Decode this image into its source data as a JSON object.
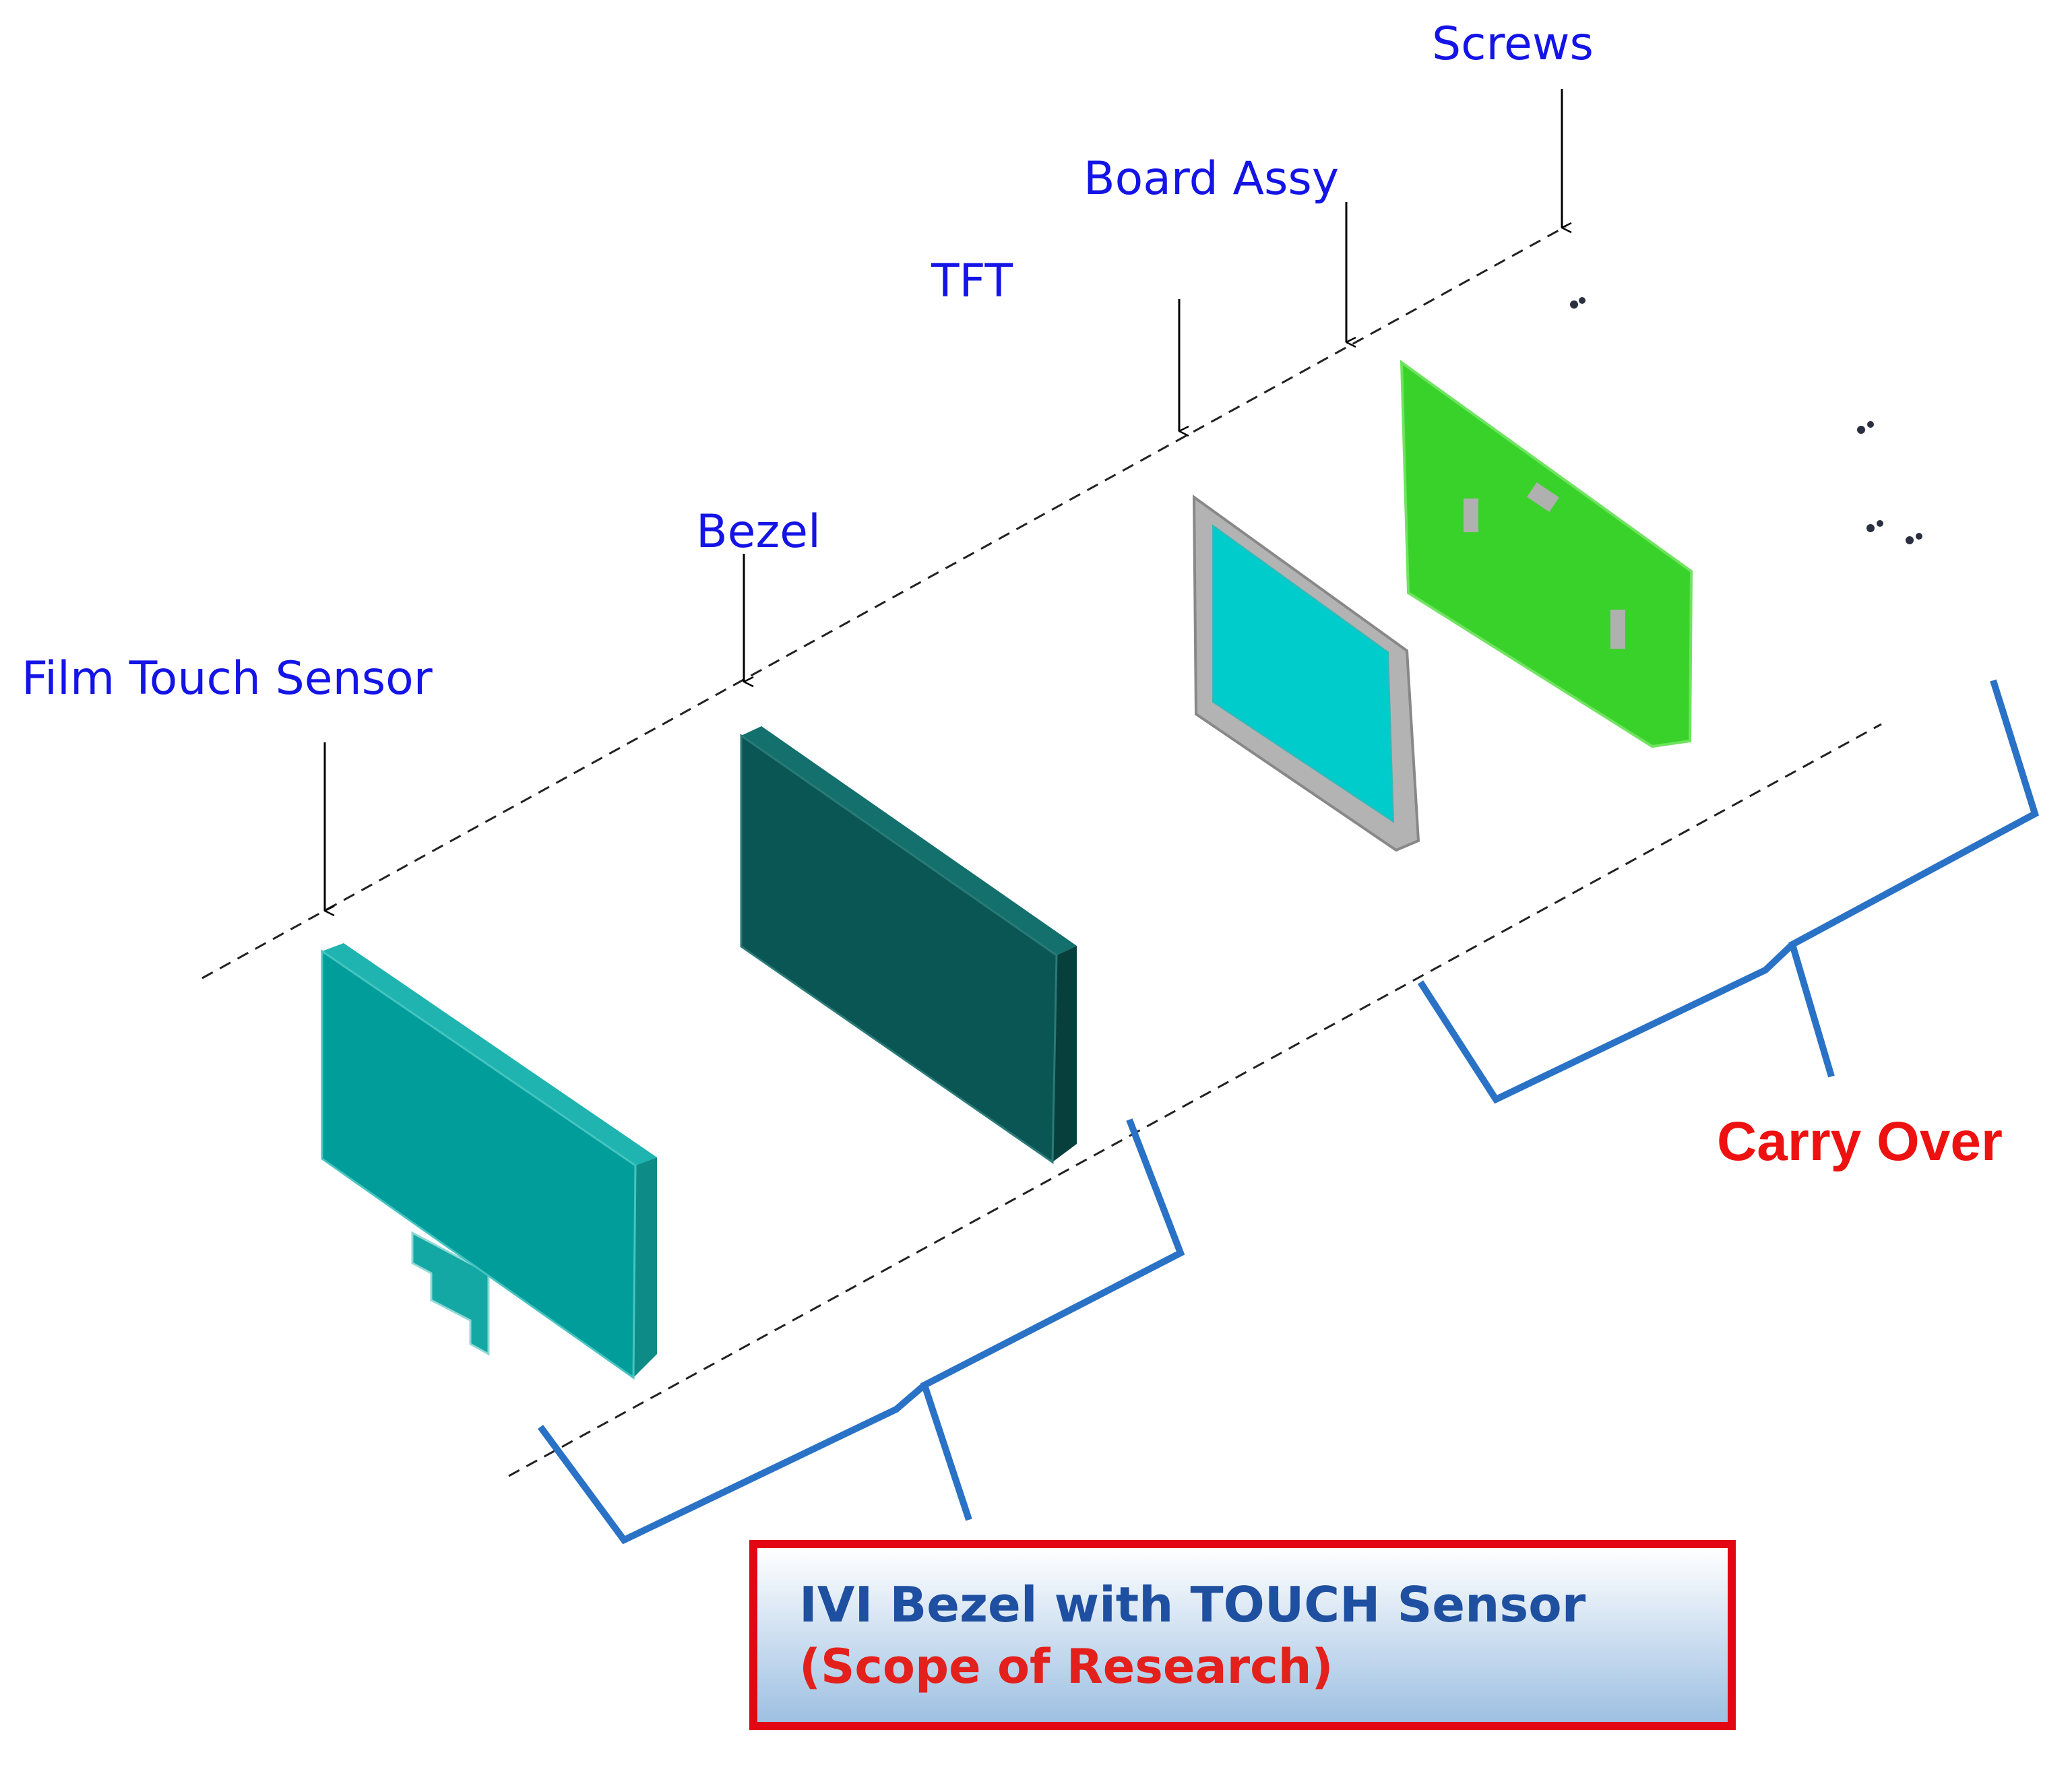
{
  "labels": {
    "film_touch_sensor": "Film Touch Sensor",
    "bezel": "Bezel",
    "tft": "TFT",
    "board_assy": "Board Assy",
    "screws": "Screws"
  },
  "carry_over": "Carry Over",
  "scope_box": {
    "title": "IVI Bezel with TOUCH Sensor",
    "subtitle": "(Scope of Research)"
  },
  "colors": {
    "label_blue": "#1414e6",
    "carry_over_red": "#ee1111",
    "bracket_blue": "#2a72c6",
    "touch_sensor_teal": "#009d9a",
    "bezel_dark_teal": "#0a5654",
    "tft_cyan": "#00cccc",
    "tft_frame_gray": "#b3b3b3",
    "board_green": "#39d22a",
    "scope_border_red": "#e30613"
  }
}
